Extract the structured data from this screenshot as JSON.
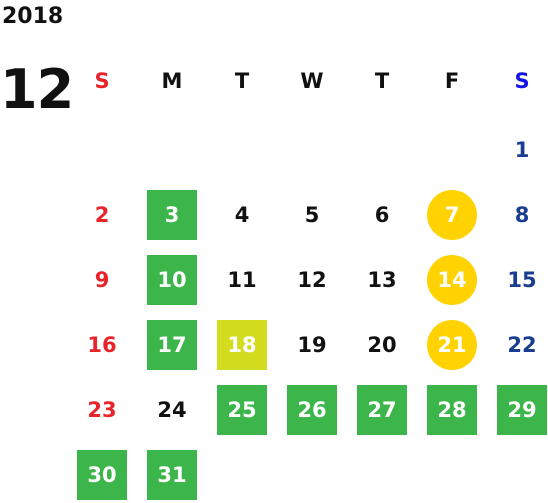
{
  "calendar": {
    "year": "2018",
    "month": "12",
    "colors": {
      "sunday": "#e8242b",
      "saturday": "#1a3d8f",
      "saturday_header": "#1414e6",
      "weekday": "#111111",
      "highlight_green": "#3cb54a",
      "highlight_lime": "#d4dc1f",
      "highlight_circle": "#ffd200",
      "highlight_text": "#ffffff"
    },
    "weekdays": [
      {
        "label": "S",
        "kind": "sunday"
      },
      {
        "label": "M",
        "kind": "weekday"
      },
      {
        "label": "T",
        "kind": "weekday"
      },
      {
        "label": "W",
        "kind": "weekday"
      },
      {
        "label": "T",
        "kind": "weekday"
      },
      {
        "label": "F",
        "kind": "weekday"
      },
      {
        "label": "S",
        "kind": "saturday"
      }
    ],
    "days": [
      {
        "day": "1",
        "style": "none"
      },
      {
        "day": "2",
        "style": "none"
      },
      {
        "day": "3",
        "style": "green"
      },
      {
        "day": "4",
        "style": "none"
      },
      {
        "day": "5",
        "style": "none"
      },
      {
        "day": "6",
        "style": "none"
      },
      {
        "day": "7",
        "style": "circle"
      },
      {
        "day": "8",
        "style": "none"
      },
      {
        "day": "9",
        "style": "none"
      },
      {
        "day": "10",
        "style": "green"
      },
      {
        "day": "11",
        "style": "none"
      },
      {
        "day": "12",
        "style": "none"
      },
      {
        "day": "13",
        "style": "none"
      },
      {
        "day": "14",
        "style": "circle"
      },
      {
        "day": "15",
        "style": "none"
      },
      {
        "day": "16",
        "style": "none"
      },
      {
        "day": "17",
        "style": "green"
      },
      {
        "day": "18",
        "style": "lime"
      },
      {
        "day": "19",
        "style": "none"
      },
      {
        "day": "20",
        "style": "none"
      },
      {
        "day": "21",
        "style": "circle"
      },
      {
        "day": "22",
        "style": "none"
      },
      {
        "day": "23",
        "style": "none"
      },
      {
        "day": "24",
        "style": "none"
      },
      {
        "day": "25",
        "style": "green"
      },
      {
        "day": "26",
        "style": "green"
      },
      {
        "day": "27",
        "style": "green"
      },
      {
        "day": "28",
        "style": "green"
      },
      {
        "day": "29",
        "style": "green"
      },
      {
        "day": "30",
        "style": "green"
      },
      {
        "day": "31",
        "style": "green"
      }
    ]
  }
}
